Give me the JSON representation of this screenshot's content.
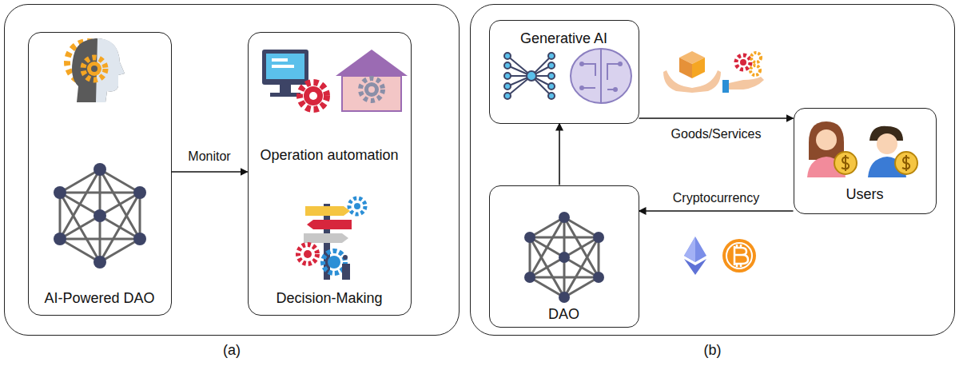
{
  "diagram": {
    "nodes": [
      {
        "text": [
          "(a)"
        ]
      },
      {
        "text": [
          "AI-Powered DAO"
        ],
        "in": 0
      },
      {
        "text": [
          "Operation automation",
          "Decision-Making"
        ],
        "in": 0
      },
      {
        "text": [
          "(b)"
        ]
      },
      {
        "text": [
          "Generative AI"
        ],
        "in": 3
      },
      {
        "text": [
          "Users"
        ],
        "in": 3
      },
      {
        "text": [
          "DAO"
        ],
        "in": 3
      }
    ],
    "edges": [
      {
        "from": 1,
        "to": 2,
        "label": "Monitor",
        "arrow": "to"
      },
      {
        "from": 6,
        "to": 4,
        "arrow": "to"
      },
      {
        "from": 4,
        "to": 5,
        "label": "Goods/Services",
        "arrow": "to"
      },
      {
        "from": 5,
        "to": 6,
        "label": "Cryptocurrency",
        "arrow": "to"
      }
    ]
  }
}
